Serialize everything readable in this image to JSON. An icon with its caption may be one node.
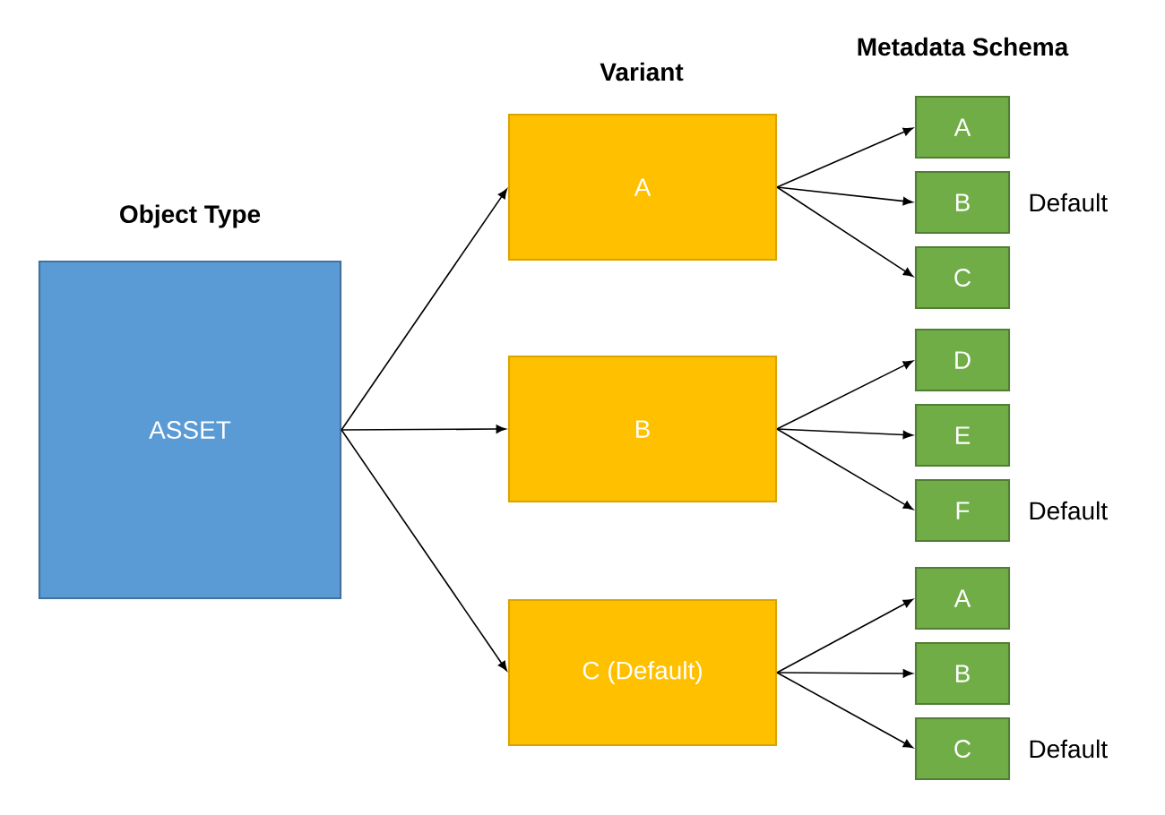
{
  "diagram": {
    "nodes": [
      {
        "text": [
          "Object Type",
          "ASSET"
        ]
      },
      {
        "text": [
          "A"
        ]
      },
      {
        "text": [
          "B"
        ]
      },
      {
        "text": [
          "C (Default)"
        ]
      },
      {
        "text": [
          "A"
        ]
      },
      {
        "text": [
          "B"
        ],
        "beside": [
          "Default"
        ]
      },
      {
        "text": [
          "C"
        ]
      },
      {
        "text": [
          "D"
        ]
      },
      {
        "text": [
          "E"
        ]
      },
      {
        "text": [
          "F"
        ],
        "beside": [
          "Default"
        ]
      },
      {
        "text": [
          "A"
        ]
      },
      {
        "text": [
          "B"
        ]
      },
      {
        "text": [
          "C"
        ],
        "beside": [
          "Default"
        ]
      }
    ],
    "edges": [
      {
        "from": 0,
        "to": 1,
        "arrow": "to"
      },
      {
        "from": 0,
        "to": 2,
        "arrow": "to"
      },
      {
        "from": 0,
        "to": 3,
        "arrow": "to"
      },
      {
        "from": 1,
        "to": 4,
        "arrow": "to"
      },
      {
        "from": 1,
        "to": 5,
        "arrow": "to"
      },
      {
        "from": 1,
        "to": 6,
        "arrow": "to"
      },
      {
        "from": 2,
        "to": 7,
        "arrow": "to"
      },
      {
        "from": 2,
        "to": 8,
        "arrow": "to"
      },
      {
        "from": 2,
        "to": 9,
        "arrow": "to"
      },
      {
        "from": 3,
        "to": 10,
        "arrow": "to"
      },
      {
        "from": 3,
        "to": 11,
        "arrow": "to"
      },
      {
        "from": 3,
        "to": 12,
        "arrow": "to"
      }
    ],
    "labels": [
      "Variant",
      "Metadata Schema"
    ]
  }
}
